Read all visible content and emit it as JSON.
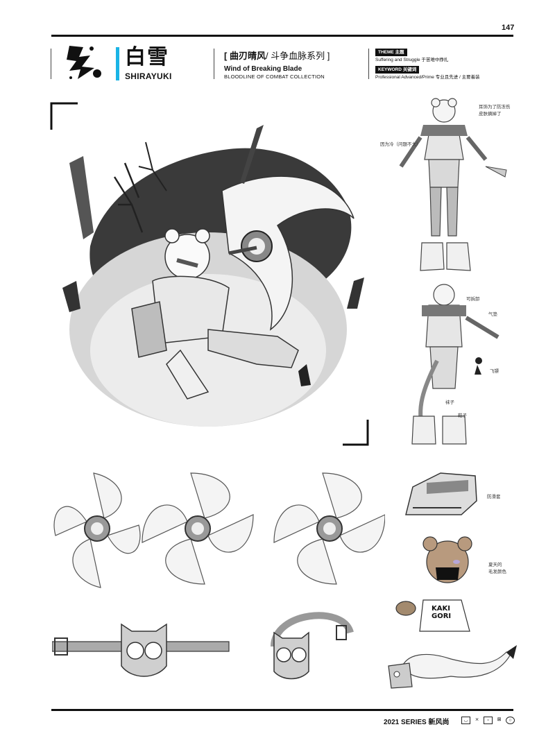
{
  "page_number": "147",
  "character": {
    "name_cn": "白雪",
    "name_romaji": "SHIRAYUKI"
  },
  "series": {
    "title_cn_bracketed": "[ 曲刃晴风",
    "title_cn_rest": "/ 斗争血脉系列 ]",
    "title_en": "Wind of Breaking Blade",
    "subtitle_en": "BLOODLINE OF COMBAT COLLECTION"
  },
  "meta": {
    "theme_label": "THEME 主题",
    "theme_text": "Suffering and Struggle 于苦难中挣扎",
    "keyword_label": "KEYWORD 关键词",
    "keyword_text": "Professional Advanced/Prime 专业且先进 / 主要着装"
  },
  "notes": {
    "ear": "耳饰为了防冻伤\n皮肤摘掉了",
    "cold": "因为冷（问题不大）",
    "removable": "可拆卸",
    "airbag": "气垫",
    "darts": "飞镖",
    "socks": "袜子",
    "shoes": "鞋子",
    "antislip": "防滑套",
    "summer_hair": "夏天的\n毛发颜色",
    "shirt": "KAKI\nGORI"
  },
  "footer": {
    "text": "2021 SERIES 新风尚",
    "care_icons": [
      "wash-icon",
      "no-bleach-icon",
      "tumble-icon",
      "no-iron-icon",
      "dry-clean-icon"
    ]
  },
  "colors": {
    "accent": "#1ab4e6",
    "ink": "#111111",
    "grey": "#9a9a9a"
  }
}
